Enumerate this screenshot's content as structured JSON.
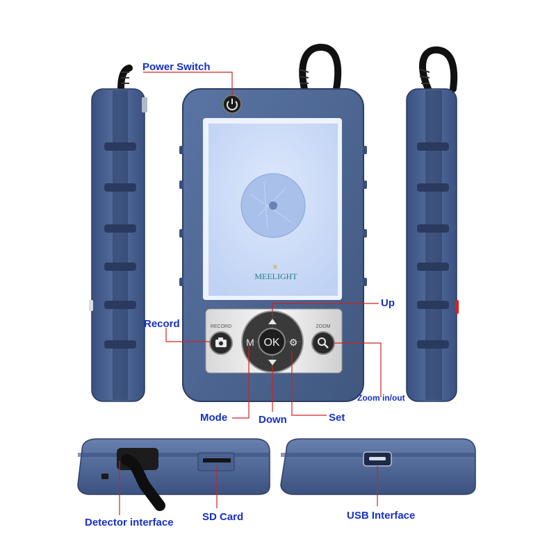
{
  "callouts": {
    "power_switch": "Power Switch",
    "record": "Record",
    "up": "Up",
    "zoom": "Zoom in/out",
    "mode": "Mode",
    "down": "Down",
    "set": "Set",
    "detector_interface": "Detector interface",
    "sd_card": "SD Card",
    "usb_interface": "USB Interface"
  },
  "device": {
    "brand": "MEELIGHT",
    "record_label": "RECORD",
    "zoom_label": "ZOOM",
    "ok_label": "OK",
    "mode_label": "M"
  },
  "colors": {
    "body": "#4d6593",
    "body_dark": "#2f426a",
    "body_light": "#6a82ad",
    "screen": "#c7d8f6",
    "label": "#1530c8",
    "leader": "#d42020"
  }
}
